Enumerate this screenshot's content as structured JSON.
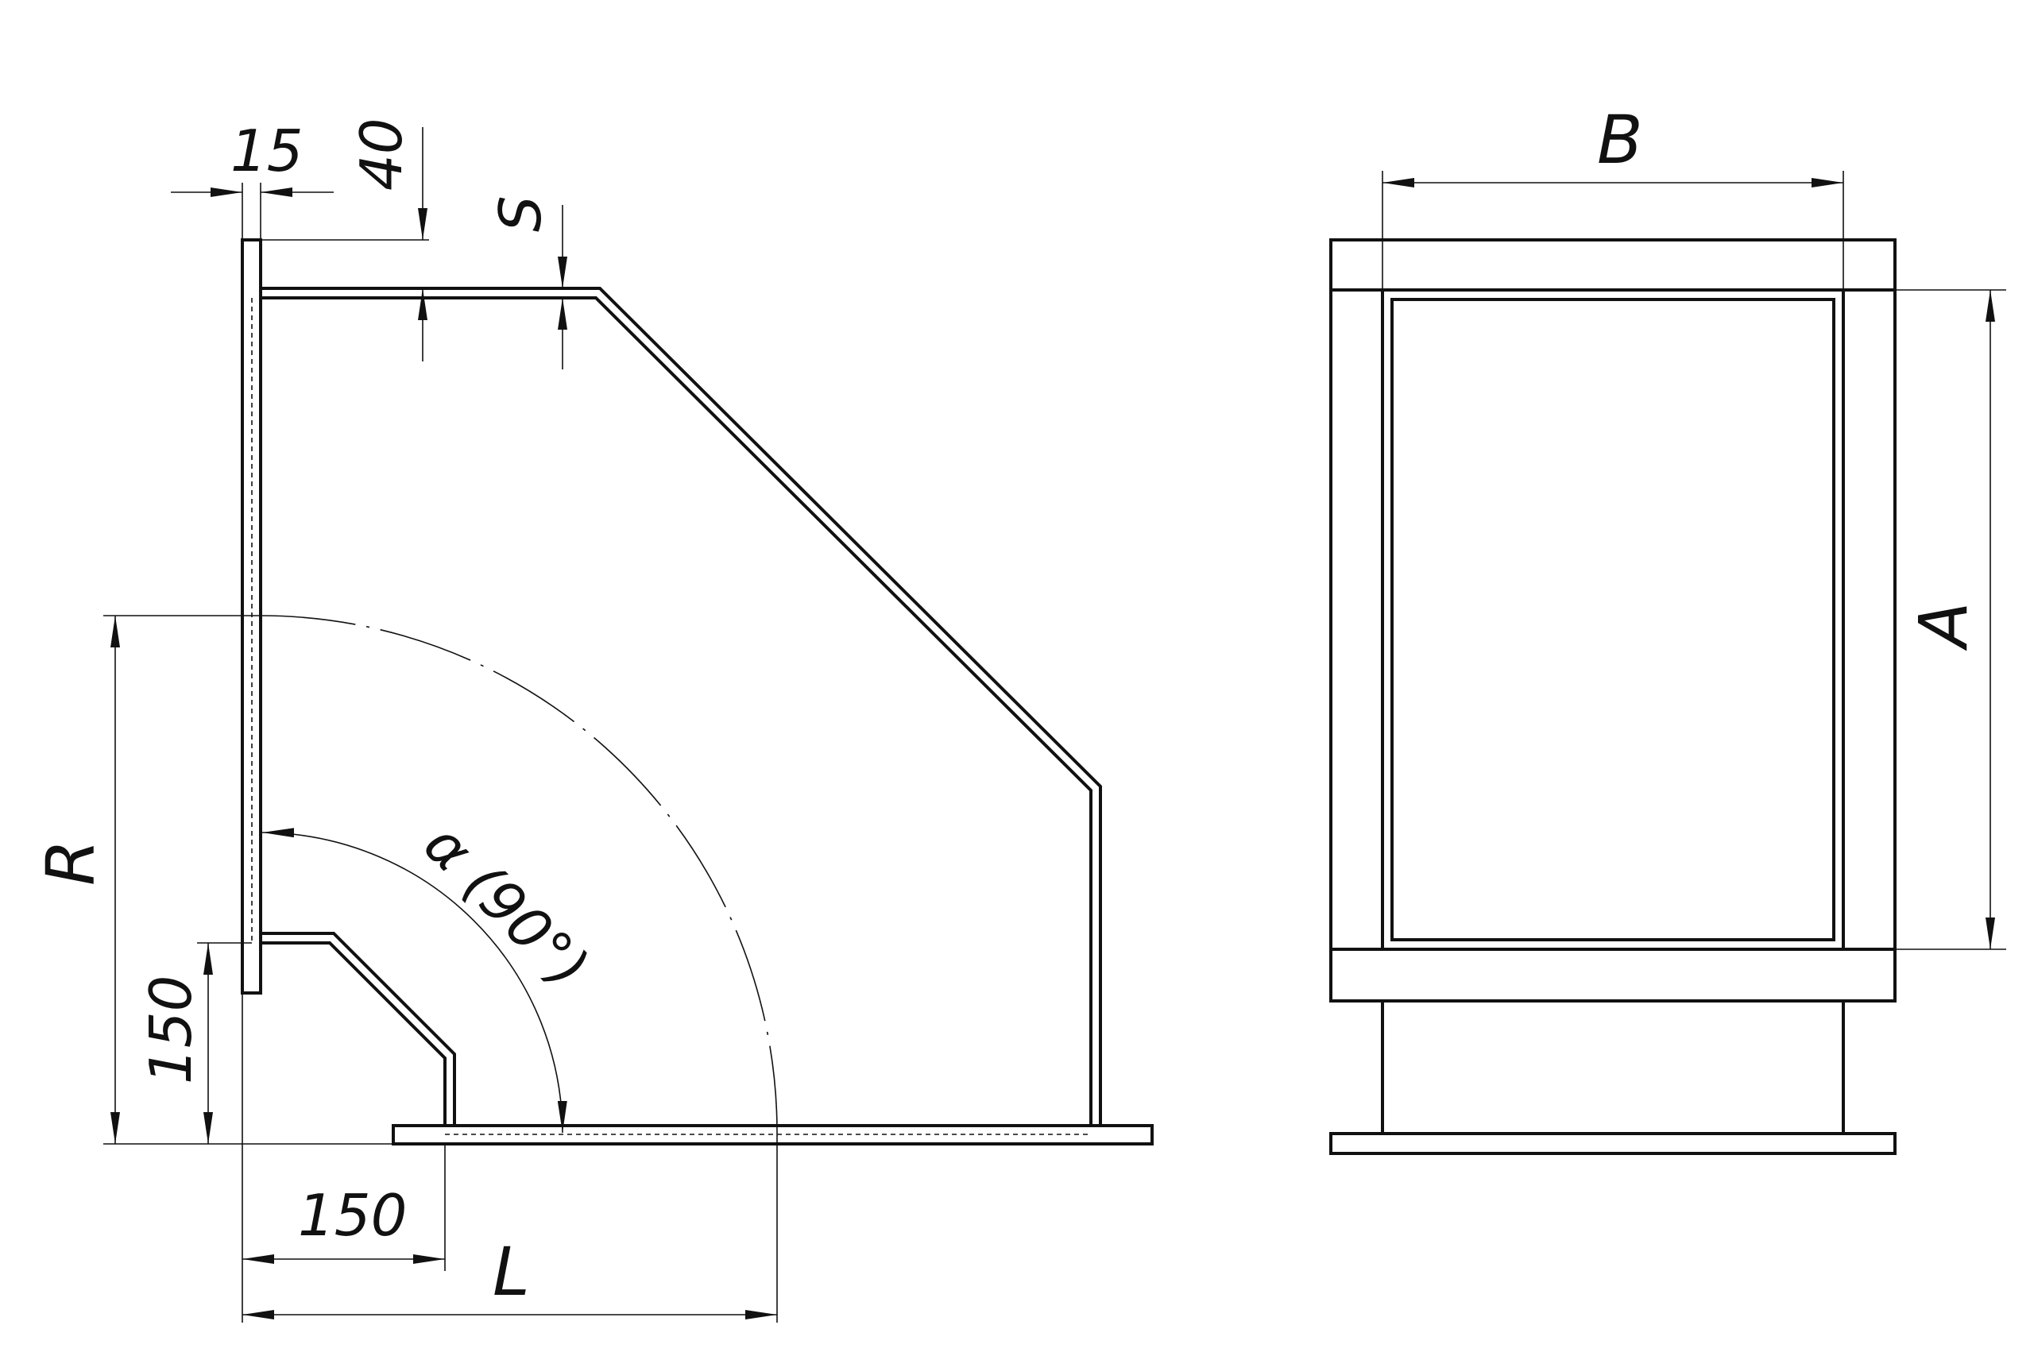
{
  "labels": {
    "flange_width": "15",
    "flange_height": "40",
    "sheet_thickness": "S",
    "radius": "R",
    "inner_leg_vertical": "150",
    "inner_leg_horizontal": "150",
    "length": "L",
    "angle": "α (90°)",
    "width_b": "B",
    "height_a": "A"
  }
}
